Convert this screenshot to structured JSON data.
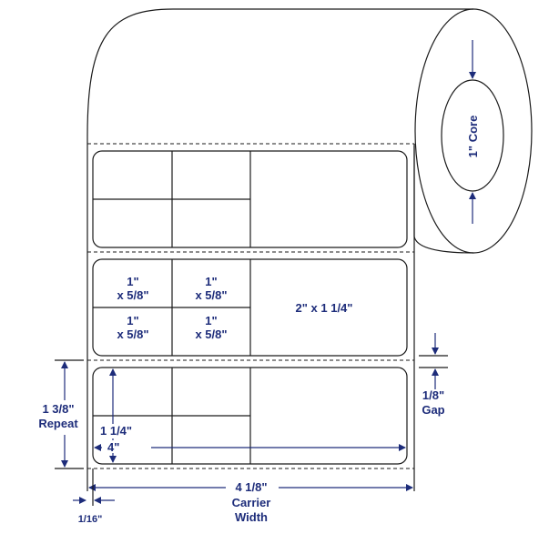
{
  "labels": {
    "core": "1\" Core",
    "cell_a_line1": "1\"",
    "cell_a_line2": "x 5/8\"",
    "cell_b_line1": "1\"",
    "cell_b_line2": "x 5/8\"",
    "cell_c_line1": "1\"",
    "cell_c_line2": "x 5/8\"",
    "cell_d_line1": "1\"",
    "cell_d_line2": "x 5/8\"",
    "big_label": "2\" x 1 1/4\"",
    "repeat_value": "1 3/8\"",
    "repeat_word": "Repeat",
    "gap_value": "1/8\"",
    "gap_word": "Gap",
    "height_value": "1 1/4\"",
    "width_value": "4\"",
    "carrier_value": "4 1/8\"",
    "carrier_word1": "Carrier",
    "carrier_word2": "Width",
    "offset_value": "1/16\""
  },
  "colors": {
    "ink": "#1a1a1a",
    "dimension": "#1d2c7a"
  }
}
